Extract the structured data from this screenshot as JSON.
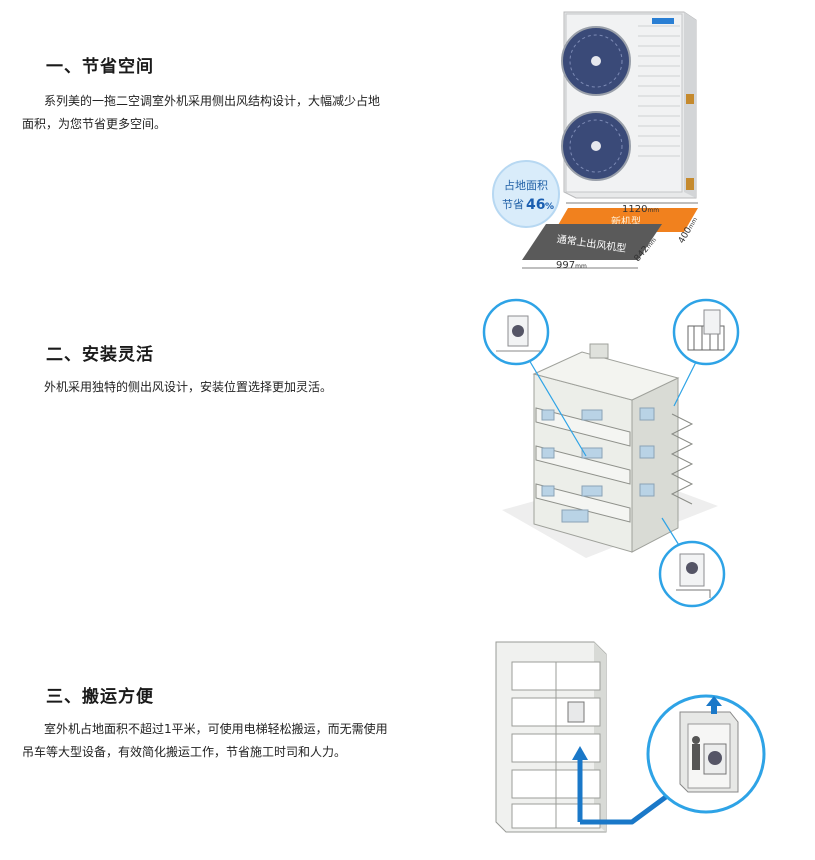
{
  "sections": [
    {
      "title": "一、节省空间",
      "body": "系列美的一拖二空调室外机采用侧出风结构设计，大幅减少占地面积，为您节省更多空间。"
    },
    {
      "title": "二、安装灵活",
      "body": "外机采用独特的侧出风设计，安装位置选择更加灵活。"
    },
    {
      "title": "三、搬运方便",
      "body": "室外机占地面积不超过1平米，可使用电梯轻松搬运，而无需使用吊车等大型设备，有效简化搬运工作，节省施工时司和人力。"
    }
  ],
  "figure1": {
    "badge_line1": "占地面积",
    "badge_line2": "节省",
    "badge_percent": "46",
    "badge_percent_sign": "%",
    "dim_width_new": "1120",
    "dim_width_old": "997",
    "dim_depth_old": "842",
    "dim_depth_new": "400",
    "unit": "mm",
    "new_label": "新机型",
    "old_label": "通常上出风机型",
    "brand_color": "#2a7fd4",
    "new_footprint_color": "#f07a12",
    "old_footprint_color": "#5a5a5a"
  },
  "figure2": {
    "callout_color": "#2ea3e6"
  },
  "figure3": {
    "arrow_color": "#1a78c8"
  }
}
